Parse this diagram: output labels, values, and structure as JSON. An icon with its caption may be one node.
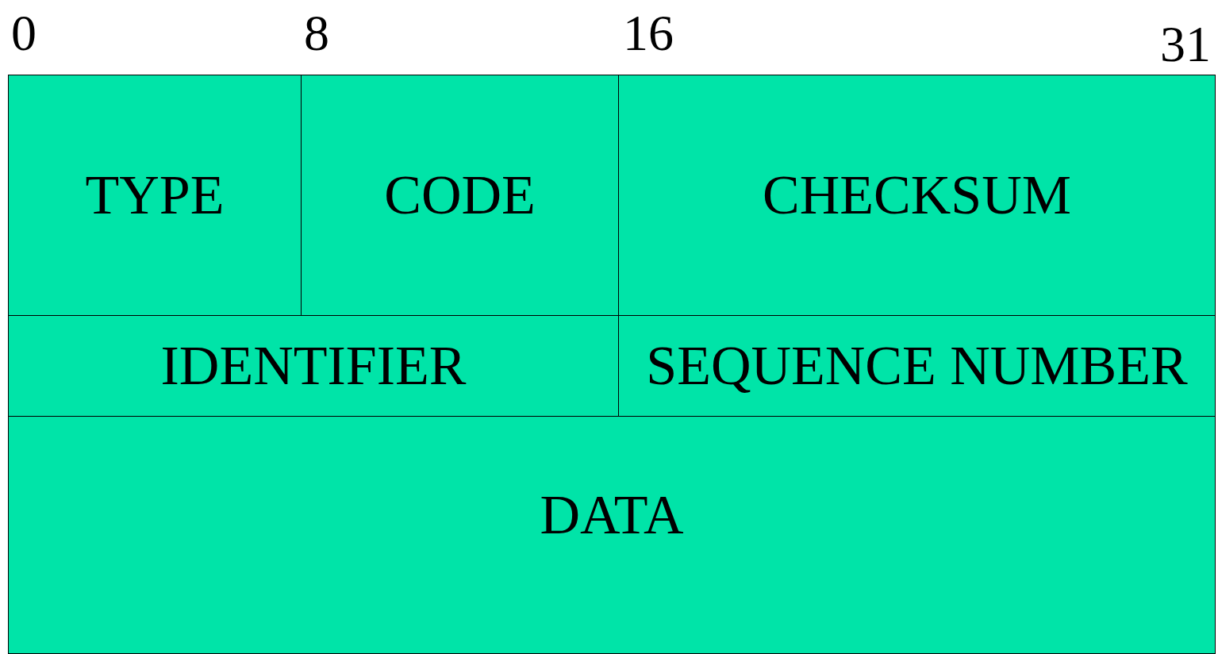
{
  "diagram": {
    "nodes": [
      {
        "text": [
          "TYPE"
        ]
      },
      {
        "text": [
          "CODE"
        ]
      },
      {
        "text": [
          "CHECKSUM"
        ]
      },
      {
        "text": [
          "IDENTIFIER"
        ]
      },
      {
        "text": [
          "SEQUENCE NUMBER"
        ]
      },
      {
        "text": [
          "DATA"
        ]
      }
    ],
    "labels": [
      "0",
      "8",
      "16",
      "31"
    ]
  }
}
